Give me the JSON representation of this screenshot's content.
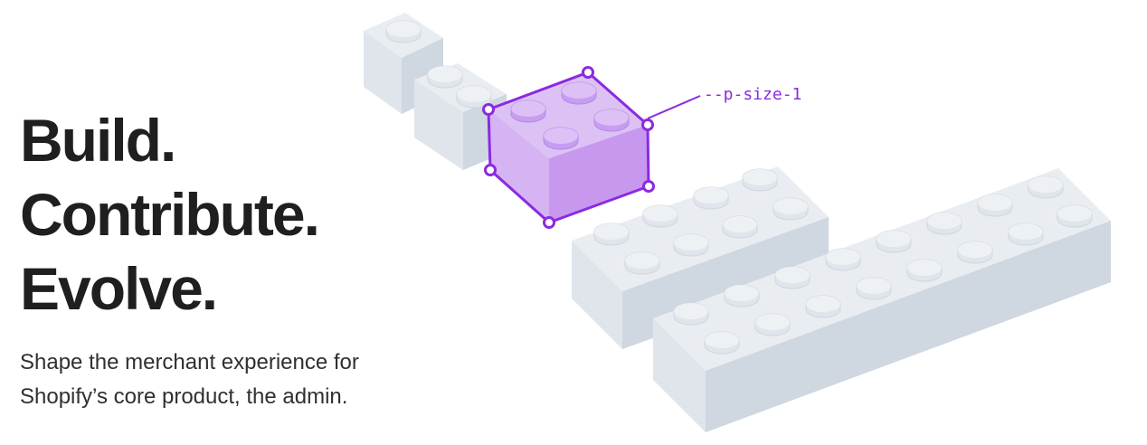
{
  "hero": {
    "headline": [
      "Build.",
      "Contribute.",
      "Evolve."
    ],
    "subhead": [
      "Shape the merchant experience for",
      "Shopify’s core product, the admin."
    ]
  },
  "illustration": {
    "token_label": "--p-size-1",
    "colors": {
      "accent": "#8a2be2",
      "brick_top": "#e9edf1",
      "brick_left": "#dfe5eb",
      "brick_right": "#cfd7e0",
      "highlight_fill": "#d6b3f3"
    }
  }
}
